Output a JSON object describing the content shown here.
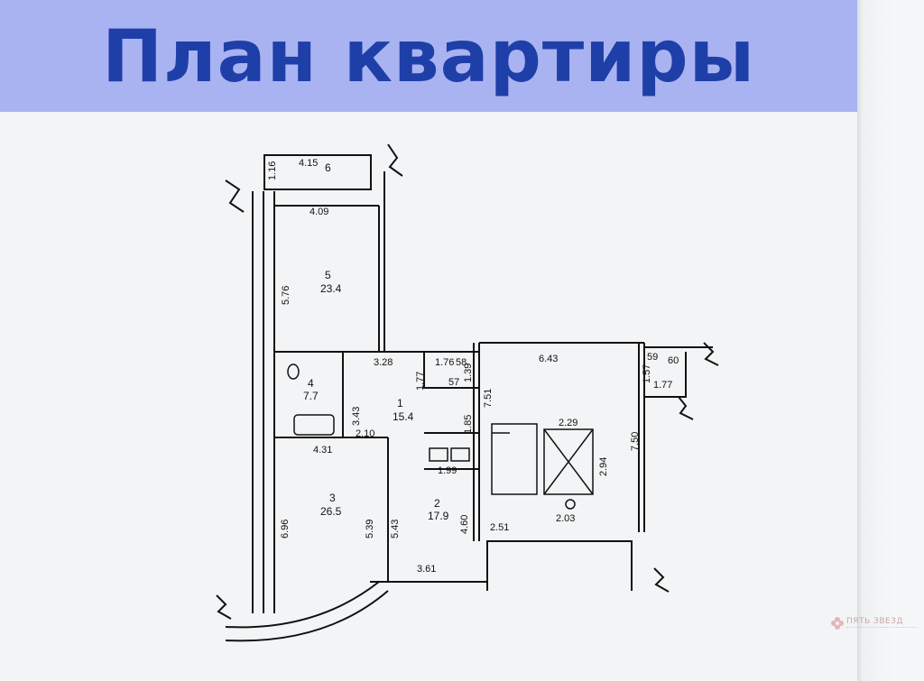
{
  "header": {
    "title": "План квартиры",
    "bg_color": "#a9b3f2",
    "title_color": "#1f3fa8"
  },
  "watermark": {
    "text": "ПЯТЬ ЗВЕЗД",
    "icon": "flower-logo-icon"
  },
  "rooms": [
    {
      "number": "6",
      "area": ""
    },
    {
      "number": "5",
      "area": "23.4"
    },
    {
      "number": "4",
      "area": "7.7"
    },
    {
      "number": "1",
      "area": "15.4"
    },
    {
      "number": "3",
      "area": "26.5"
    },
    {
      "number": "2",
      "area": "17.9"
    }
  ],
  "dimensions": [
    "4.15",
    "1.16",
    "4.09",
    "5.76",
    "3.28",
    "1.77",
    "1.76",
    "58",
    "1.39",
    "57",
    "3.43",
    "2.10",
    "1.85",
    "4.31",
    "1.99",
    "6.96",
    "5.39",
    "5.43",
    "4.60",
    "3.61",
    "6.43",
    "7.51",
    "2.29",
    "2.94",
    "7.50",
    "2.51",
    "2.03",
    "59",
    "60",
    "1.57",
    "1.77"
  ]
}
